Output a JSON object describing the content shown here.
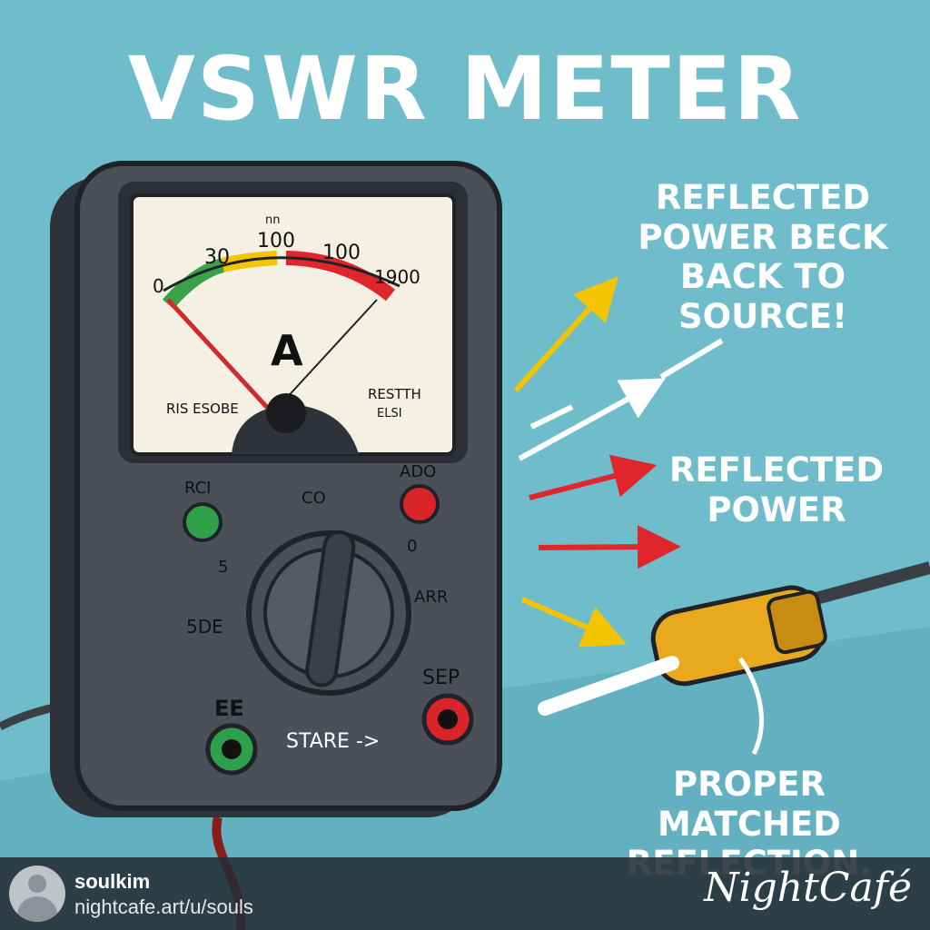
{
  "title": "VSWR METER",
  "meter": {
    "scale_labels": [
      "0",
      "30",
      "nn",
      "100",
      "100",
      "1900"
    ],
    "dial_letter": "A",
    "dial_left_text": "RIS ESOBE",
    "dial_right_text_1": "RESTTH",
    "dial_right_text_2": "ELSI",
    "btn_left_label": "RCI",
    "btn_right_label": "ADO",
    "knob_labels": [
      "CO",
      "0",
      "ARR",
      "5",
      "5DE"
    ],
    "jack_left_label": "EE",
    "jack_right_label": "SEP",
    "start_label": "STARE ->"
  },
  "callouts": {
    "top": [
      "REFLECTED",
      "POWER BECK",
      "BACK TO",
      "SOURCE!"
    ],
    "middle": [
      "REFLECTED",
      "POWER"
    ],
    "bottom": [
      "PROPER",
      "MATCHED",
      "REFLECTION."
    ]
  },
  "footer": {
    "username": "soulkim",
    "profile_link": "nightcafe.art/u/souls",
    "brand": "NightCafé"
  },
  "colors": {
    "background": "#6fbccb",
    "meter_body": "#4a4f58",
    "meter_face": "#f4f1e4",
    "arrow_yellow": "#f2c500",
    "arrow_red": "#e0262b",
    "connector_gold": "#e8a91e"
  }
}
